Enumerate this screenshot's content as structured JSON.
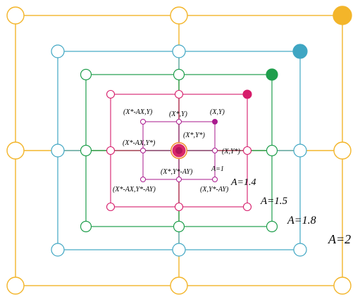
{
  "colors": {
    "yellow": "#f3b52a",
    "blue": "#3fa6c3",
    "green": "#1f9e4c",
    "magenta": "#d61d6b",
    "purple": "#a91a8e",
    "center_fill": "#d9276b",
    "center_ring": "#f08a2b"
  },
  "squares": [
    {
      "key": "a2",
      "color": "#f3b52a",
      "label": "A=2"
    },
    {
      "key": "a18",
      "color": "#3fa6c3",
      "label": "A=1.8"
    },
    {
      "key": "a15",
      "color": "#1f9e4c",
      "label": "A=1.5"
    },
    {
      "key": "a14",
      "color": "#d61d6b",
      "label": "A=1.4"
    },
    {
      "key": "a1",
      "color": "#a91a8e",
      "label": "A=1"
    }
  ],
  "point_labels": {
    "top_left": "(X*-AX,Y)",
    "top_mid": "(X*,Y)",
    "top_right": "(X,Y)",
    "center": "(X*,Y*)",
    "mid_left": "(X*-AX,Y*)",
    "mid_right": "(X,Y*)",
    "bottom_mid": "(X*,Y*-AY)",
    "bottom_left": "(X*-AX,Y*-AY)",
    "bottom_right": "(X,Y*-AY)"
  }
}
